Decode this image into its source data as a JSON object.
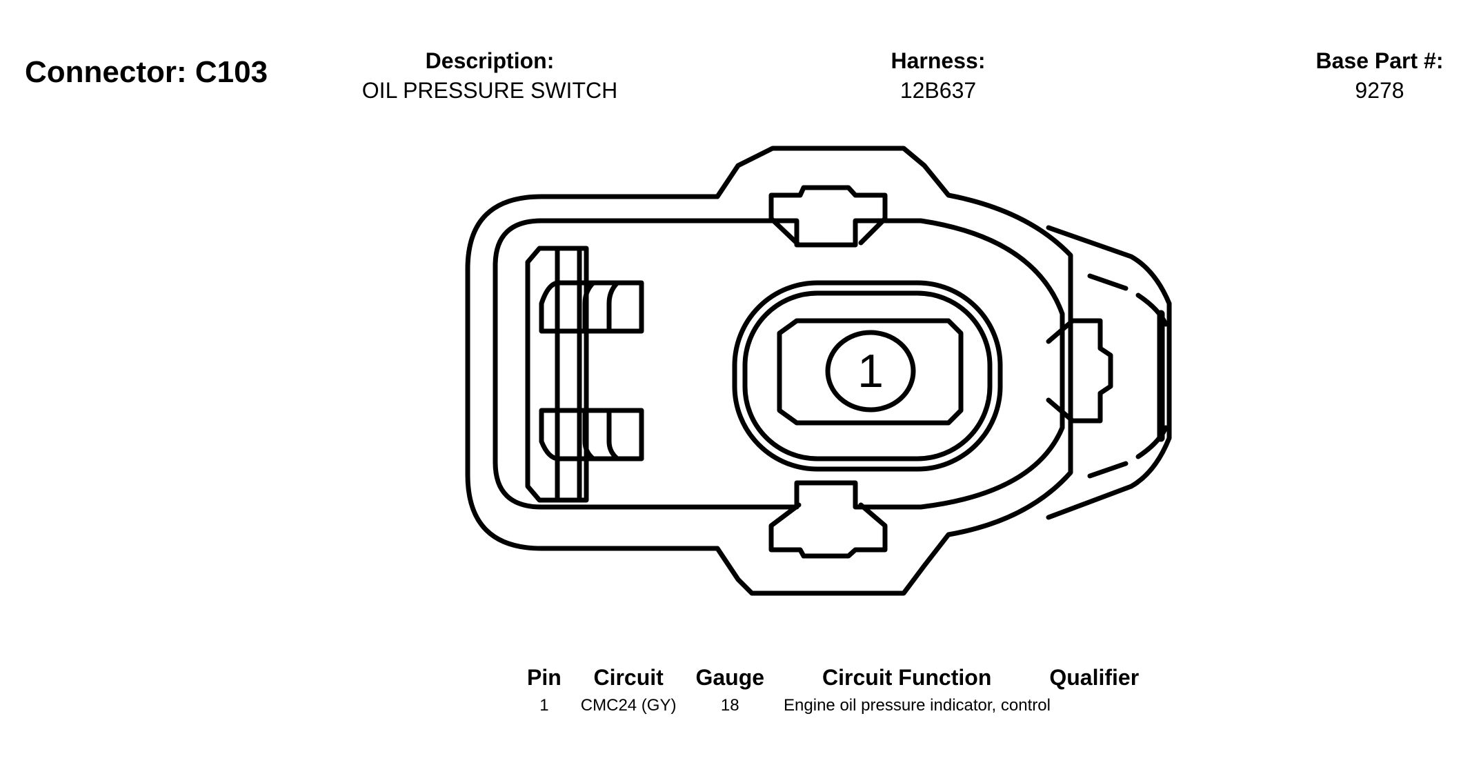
{
  "connector": {
    "title": "Connector: C103"
  },
  "description": {
    "label": "Description:",
    "value": "OIL PRESSURE SWITCH"
  },
  "harness": {
    "label": "Harness:",
    "value": "12B637"
  },
  "base_part": {
    "label": "Base Part #:",
    "value": "9278"
  },
  "diagram": {
    "pin_label": "1"
  },
  "pin_table": {
    "headers": {
      "pin": "Pin",
      "circuit": "Circuit",
      "gauge": "Gauge",
      "function": "Circuit Function",
      "qualifier": "Qualifier"
    },
    "rows": [
      {
        "pin": "1",
        "circuit": "CMC24 (GY)",
        "gauge": "18",
        "function": "Engine oil pressure indicator, control",
        "qualifier": ""
      }
    ]
  },
  "colors": {
    "ink": "#000000",
    "paper": "#ffffff"
  }
}
